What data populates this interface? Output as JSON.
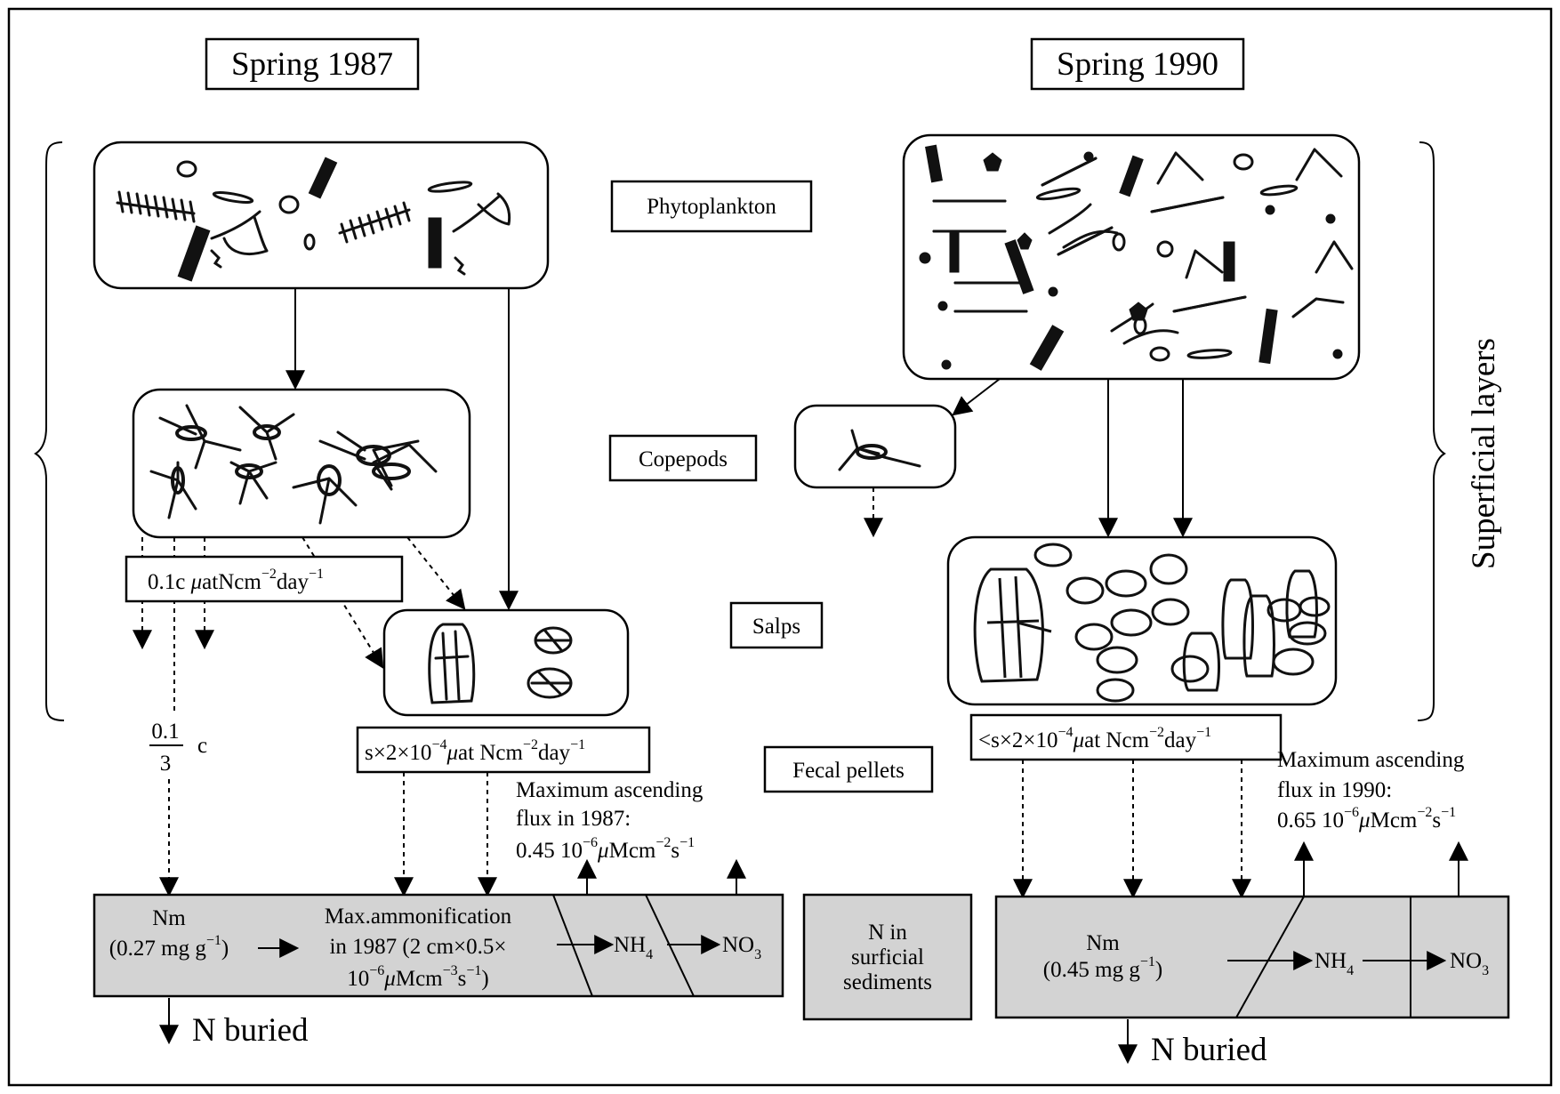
{
  "headers": {
    "spring_1987": "Spring 1987",
    "spring_1990": "Spring 1990"
  },
  "side_labels": {
    "superficial_layers": "Superficial layers"
  },
  "compartments": {
    "phytoplankton": "Phytoplankton",
    "copepods": "Copepods",
    "salps": "Salps",
    "fecal_pellets": "Fecal pellets",
    "n_surficial_line1": "N in",
    "n_surficial_line2": "surficial",
    "n_surficial_line3": "sediments"
  },
  "flux_1987": {
    "copepod_flux": {
      "pre": "0.1c ",
      "mu": "μ",
      "unit": "atNcm",
      "exp1": "−2",
      "day": "day",
      "exp2": "−1"
    },
    "fraction_num": "0.1",
    "fraction_den": "3",
    "fraction_c": "c",
    "salp_flux": {
      "pre": "s×2×10",
      "exp0": "−4",
      "mu": "μ",
      "unit": "at Ncm",
      "exp1": "−2",
      "day": "day",
      "exp2": "−1"
    },
    "ascending_line1": "Maximum ascending",
    "ascending_line2": "flux in 1987:",
    "ascending_value": {
      "pre": "0.45 10",
      "exp0": "−6",
      "mu": "μ",
      "unit": "Mcm",
      "exp1": "−2",
      "s": "s",
      "exp2": "−1"
    }
  },
  "flux_1990": {
    "salp_flux": {
      "pre": "<s×2×10",
      "exp0": "−4",
      "mu": "μ",
      "unit": "at Ncm",
      "exp1": "−2",
      "day": "day",
      "exp2": "−1"
    },
    "ascending_line1": "Maximum ascending",
    "ascending_line2": "flux in 1990:",
    "ascending_value": {
      "pre": "0.65 10",
      "exp0": "−6",
      "mu": "μ",
      "unit": "Mcm",
      "exp1": "−2",
      "s": "s",
      "exp2": "−1"
    }
  },
  "sediment_1987": {
    "nm_label": "Nm",
    "nm_value": {
      "pre": "(0.27 mg g",
      "exp": "−1",
      "post": ")"
    },
    "ammon_line1": "Max.ammonification",
    "ammon_line2": "in 1987 (2 cm×0.5×",
    "ammon_line3": {
      "pre": "10",
      "exp0": "−6",
      "mu": "μ",
      "unit": "Mcm",
      "exp1": "−3",
      "s": "s",
      "exp2": "−1",
      "post": ")"
    },
    "nh4": {
      "base": "NH",
      "sub": "4"
    },
    "no3": {
      "base": "NO",
      "sub": "3"
    },
    "buried": "N buried"
  },
  "sediment_1990": {
    "nm_label": "Nm",
    "nm_value": {
      "pre": "(0.45 mg g",
      "exp": "−1",
      "post": ")"
    },
    "nh4": {
      "base": "NH",
      "sub": "4"
    },
    "no3": {
      "base": "NO",
      "sub": "3"
    },
    "buried": "N buried"
  },
  "colors": {
    "sediment_fill": "#d3d3d3",
    "ink": "#000000",
    "background": "#ffffff"
  }
}
